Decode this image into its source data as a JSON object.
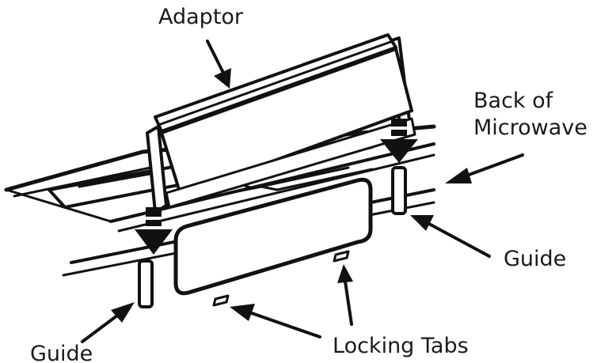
{
  "labels": {
    "adaptor": "Adaptor",
    "back_of_microwave_line1": "Back of",
    "back_of_microwave_line2": "Microwave",
    "guide_right": "Guide",
    "guide_left": "Guide",
    "locking_tabs": "Locking Tabs"
  },
  "colors": {
    "ink": "#111111",
    "background": "#ffffff"
  }
}
